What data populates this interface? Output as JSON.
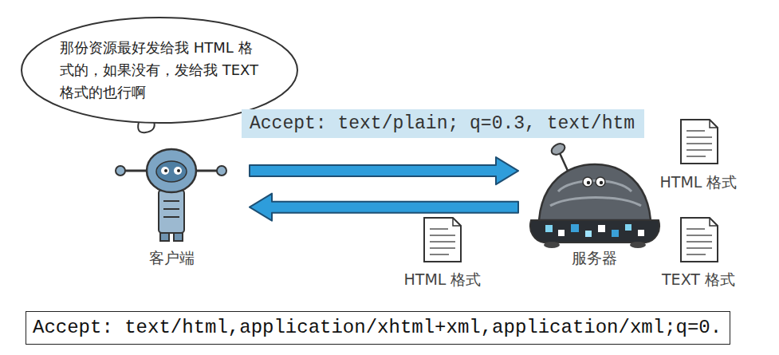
{
  "diagram": {
    "nodes": [
      {
        "text": [
          "那份资源最好发给我 HTML 格式的，如果没有，发给我 TEXT 格式的也行啊"
        ]
      },
      {
        "text": [
          "Accept: text/plain; q=0.3, text/htm"
        ]
      },
      {
        "text": [
          "客户端"
        ]
      },
      {
        "text": [
          "服务器"
        ]
      },
      {
        "text": [
          "Accept: text/html,application/xhtml+xml,application/xml;q=0."
        ]
      }
    ],
    "edges": [
      {
        "from": 2,
        "to": 3,
        "arrow": "to"
      },
      {
        "from": 3,
        "to": 2,
        "arrow": "to"
      }
    ],
    "labels": [
      "HTML 格式",
      "HTML 格式",
      "TEXT 格式"
    ]
  }
}
